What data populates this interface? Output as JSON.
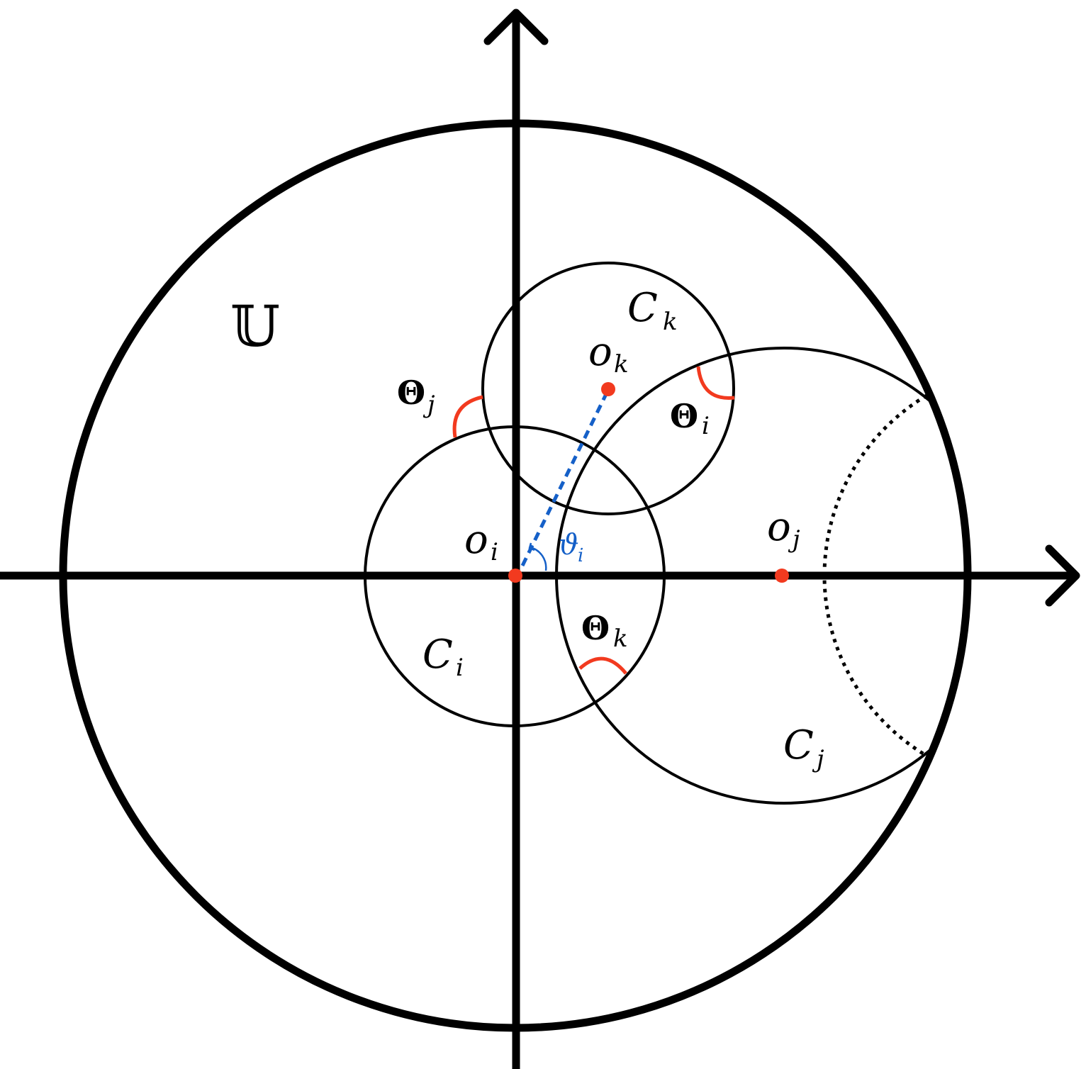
{
  "diagram": {
    "title": "Unit disk with three intersecting circles",
    "colors": {
      "stroke": "#000000",
      "accent_red": "#f23a1f",
      "accent_blue": "#1560c8",
      "background": "#ffffff"
    },
    "region_label": "𝕌",
    "circles": [
      {
        "id": "C_i",
        "label": "C",
        "subscript": "i",
        "center_label": "o",
        "center_subscript": "i"
      },
      {
        "id": "C_j",
        "label": "C",
        "subscript": "j",
        "center_label": "o",
        "center_subscript": "j"
      },
      {
        "id": "C_k",
        "label": "C",
        "subscript": "k",
        "center_label": "o",
        "center_subscript": "k"
      }
    ],
    "angles": [
      {
        "id": "Theta_i",
        "symbol": "Θ",
        "subscript": "i"
      },
      {
        "id": "Theta_j",
        "symbol": "Θ",
        "subscript": "j"
      },
      {
        "id": "Theta_k",
        "symbol": "Θ",
        "subscript": "k"
      }
    ],
    "polar_angle": {
      "symbol": "ϑ",
      "subscript": "i"
    }
  }
}
